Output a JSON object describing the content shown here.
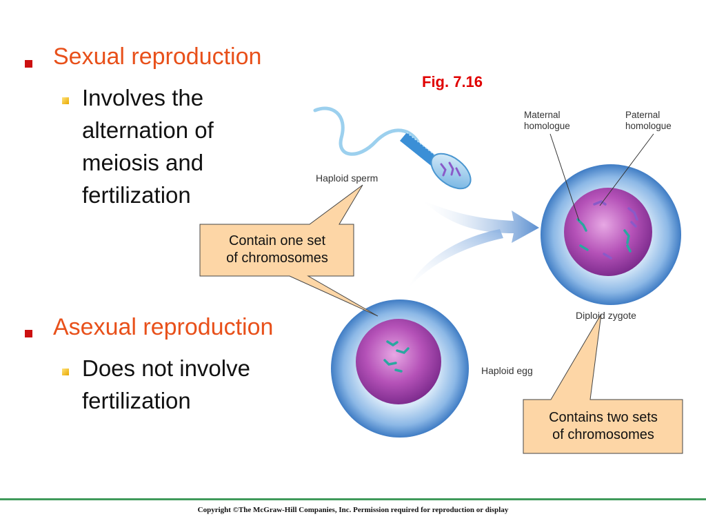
{
  "left_text": {
    "sexual_heading": "Sexual reproduction",
    "sexual_detail": "Involves the alternation of meiosis and fertilization",
    "asexual_heading": "Asexual reproduction",
    "asexual_detail": "Does not involve fertilization"
  },
  "figure": {
    "fig_label": "Fig. 7.16",
    "labels": {
      "haploid_sperm": "Haploid sperm",
      "haploid_egg": "Haploid egg",
      "diploid_zygote": "Diploid zygote",
      "maternal_homologue": "Maternal homologue",
      "paternal_homologue": "Paternal homologue"
    },
    "callouts": {
      "one_set_line1": "Contain one set",
      "one_set_line2": "of chromosomes",
      "two_sets_line1": "Contains two sets",
      "two_sets_line2": "of chromosomes"
    }
  },
  "footer": "Copyright ©The McGraw-Hill Companies, Inc. Permission required for reproduction or display",
  "colors": {
    "heading": "#e8501a",
    "callout_fill": "#fdd6a6",
    "cell_membrane": "#4a86c8",
    "nucleus": "#9a3aa8",
    "footer_line": "#3f9a5a"
  }
}
